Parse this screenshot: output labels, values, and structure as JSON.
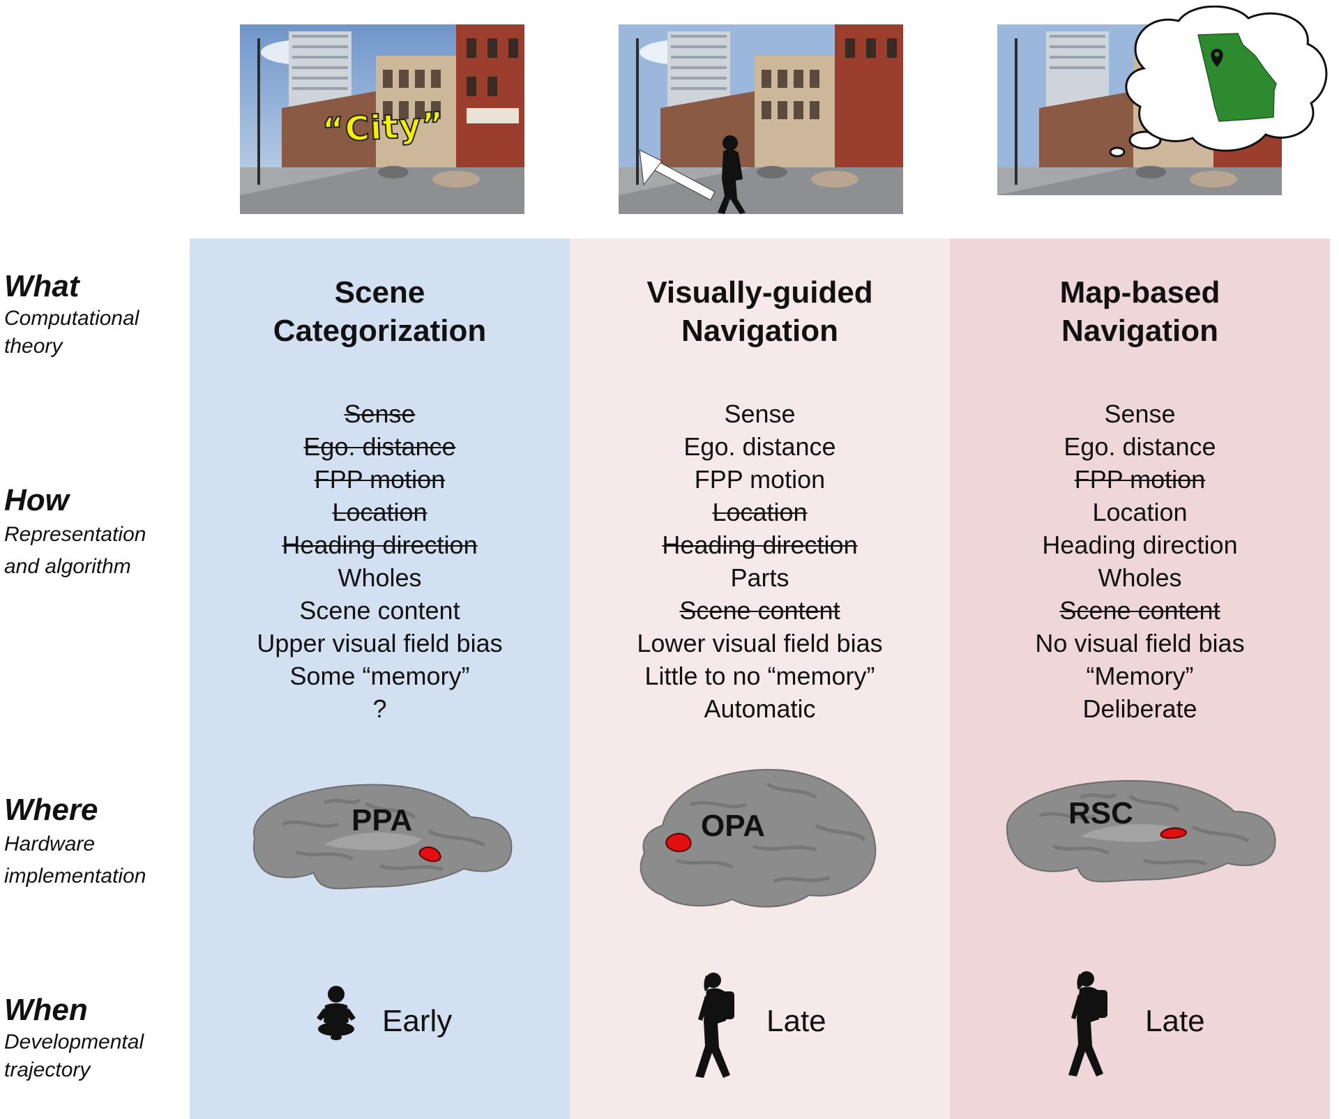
{
  "rows": [
    {
      "title": "What",
      "subtitle_lines": [
        "Computational",
        "theory"
      ]
    },
    {
      "title": "How",
      "subtitle_lines": [
        "Representation",
        "and algorithm"
      ]
    },
    {
      "title": "Where",
      "subtitle_lines": [
        "Hardware",
        "implementation"
      ]
    },
    {
      "title": "When",
      "subtitle_lines": [
        "Developmental",
        "trajectory"
      ]
    }
  ],
  "columns": [
    {
      "title_lines": [
        "Scene",
        "Categorization"
      ],
      "photo_label": "“City”",
      "properties": [
        {
          "text": "Sense",
          "struck": true
        },
        {
          "text": "Ego. distance",
          "struck": true
        },
        {
          "text": "FPP motion",
          "struck": true
        },
        {
          "text": "Location",
          "struck": true
        },
        {
          "text": "Heading direction",
          "struck": true
        },
        {
          "text": "Wholes",
          "struck": false
        },
        {
          "text": "Scene content",
          "struck": false
        },
        {
          "text": "Upper visual field bias",
          "struck": false
        },
        {
          "text": "Some “memory”",
          "struck": false
        },
        {
          "text": "?",
          "struck": false
        }
      ],
      "brain_region": "PPA",
      "when_icon": "baby-icon",
      "when_label": "Early"
    },
    {
      "title_lines": [
        "Visually-guided",
        "Navigation"
      ],
      "photo_label": "",
      "properties": [
        {
          "text": "Sense",
          "struck": false
        },
        {
          "text": "Ego. distance",
          "struck": false
        },
        {
          "text": "FPP motion",
          "struck": false
        },
        {
          "text": "Location",
          "struck": true
        },
        {
          "text": "Heading direction",
          "struck": true
        },
        {
          "text": "Parts",
          "struck": false
        },
        {
          "text": "Scene content",
          "struck": true
        },
        {
          "text": "Lower visual field bias",
          "struck": false
        },
        {
          "text": "Little to no “memory”",
          "struck": false
        },
        {
          "text": "Automatic",
          "struck": false
        }
      ],
      "brain_region": "OPA",
      "when_icon": "walking-child-icon",
      "when_label": "Late"
    },
    {
      "title_lines": [
        "Map-based",
        "Navigation"
      ],
      "photo_label": "",
      "properties": [
        {
          "text": "Sense",
          "struck": false
        },
        {
          "text": "Ego. distance",
          "struck": false
        },
        {
          "text": "FPP motion",
          "struck": true
        },
        {
          "text": "Location",
          "struck": false
        },
        {
          "text": "Heading direction",
          "struck": false
        },
        {
          "text": "Wholes",
          "struck": false
        },
        {
          "text": "Scene content",
          "struck": true
        },
        {
          "text": "No visual field bias",
          "struck": false
        },
        {
          "text": "“Memory”",
          "struck": false
        },
        {
          "text": "Deliberate",
          "struck": false
        }
      ],
      "brain_region": "RSC",
      "when_icon": "walking-child-icon",
      "when_label": "Late"
    }
  ],
  "colors": {
    "column_0_bg": "#d2e0f1",
    "column_1_bg": "#f6e9ea",
    "column_2_bg": "#efd7d9",
    "brain_gray": "#8c8c8c",
    "region_red": "#e01010",
    "map_green": "#2e8a2e"
  }
}
